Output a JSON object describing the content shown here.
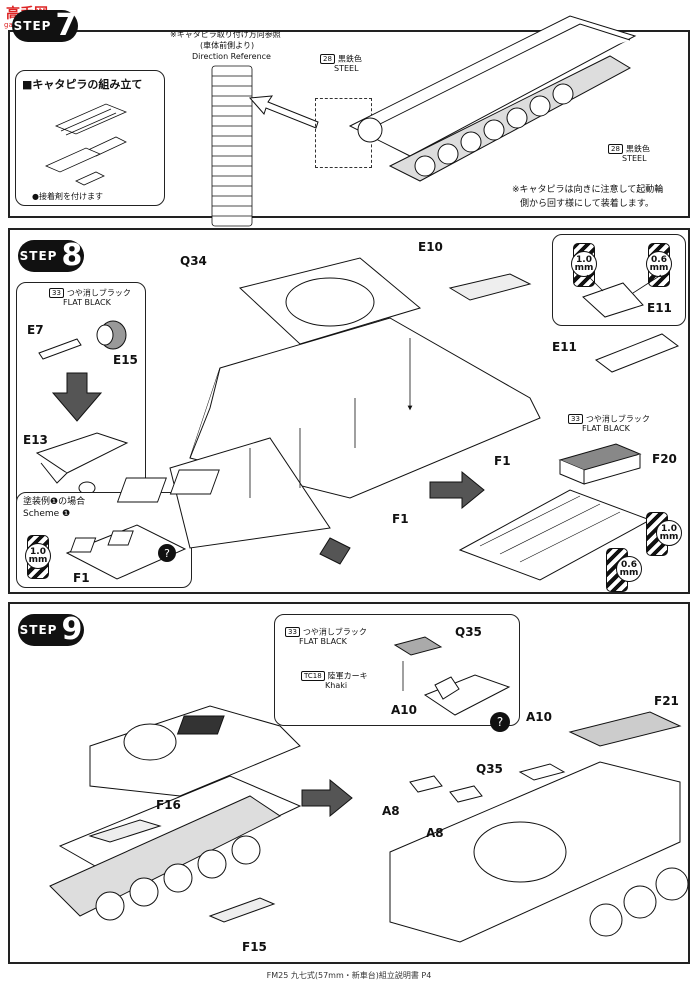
{
  "watermark": {
    "logo": "高手网",
    "url": "gaoshou.com"
  },
  "step7": {
    "badge_word": "STEP",
    "badge_number": "7",
    "track_assembly_title": "■キャタピラの組み立て",
    "glue_note": "●接着剤を付けます",
    "direction_ref_jp": "※キャタピラ取り付け方向参照",
    "direction_ref_jp2": "(車体前側より)",
    "direction_ref_en": "Direction Reference",
    "paint_code": "28",
    "paint_jp": "黒鉄色",
    "paint_en": "STEEL",
    "paint_code_2": "28",
    "paint_jp_2": "黒鉄色",
    "paint_en_2": "STEEL",
    "note_line1": "※キャタピラは向きに注意して起動輪",
    "note_line2": "側から回す様にして装着します。"
  },
  "step8": {
    "badge_word": "STEP",
    "badge_number": "8",
    "paint_code": "33",
    "paint_jp": "つや消しブラック",
    "paint_en": "FLAT BLACK",
    "paint_code_2": "33",
    "paint_jp_2": "つや消しブラック",
    "paint_en_2": "FLAT BLACK",
    "scheme_jp": "塗装例❶の場合",
    "scheme_en": "Scheme ❶",
    "parts": {
      "q34": "Q34",
      "e10": "E10",
      "e7": "E7",
      "e15": "E15",
      "e13": "E13",
      "e11a": "E11",
      "e11b": "E11",
      "f1a": "F1",
      "f1b": "F1",
      "f1c": "F1",
      "f20": "F20"
    },
    "gauges": {
      "g1": "1.0\nmm",
      "g2": "0.6\nmm",
      "g3": "1.0\nmm",
      "g4": "1.0\nmm",
      "g5": "0.6\nmm"
    }
  },
  "step9": {
    "badge_word": "STEP",
    "badge_number": "9",
    "paint_code": "33",
    "paint_jp": "つや消しブラック",
    "paint_en": "FLAT BLACK",
    "paint_code_2": "TC18",
    "paint_jp_2": "陸軍カーキ",
    "paint_en_2": "Khaki",
    "parts": {
      "q35a": "Q35",
      "a10a": "A10",
      "f21": "F21",
      "a10b": "A10",
      "q35b": "Q35",
      "a8a": "A8",
      "a8b": "A8",
      "f16": "F16",
      "f15": "F15"
    }
  },
  "footer": "FM25 九七式(57mm・新車台)組立説明書 P4"
}
